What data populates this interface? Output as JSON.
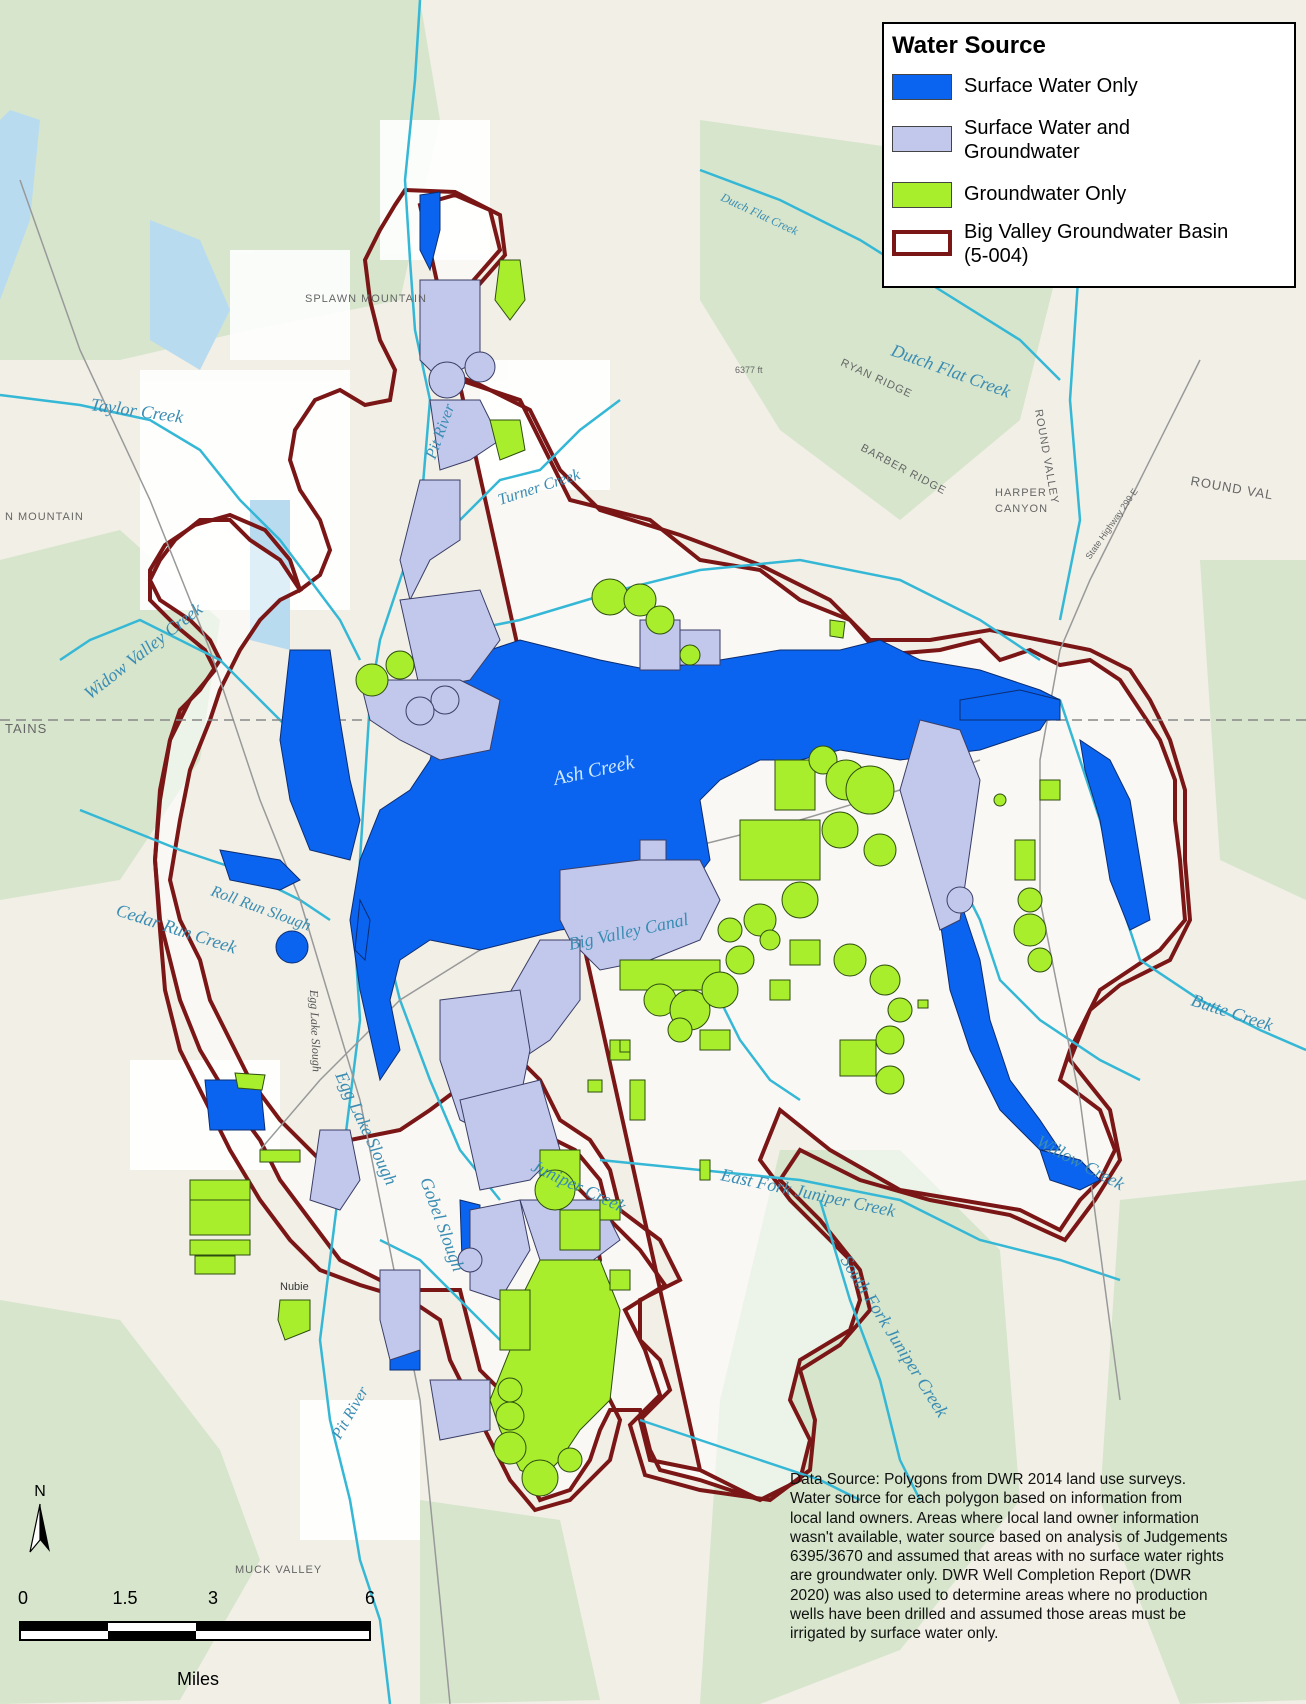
{
  "legend": {
    "title": "Water Source",
    "items": [
      {
        "label_lines": [
          "Surface Water Only"
        ],
        "color": "#0a64f0"
      },
      {
        "label_lines": [
          "Surface Water and",
          "Groundwater"
        ],
        "color": "#c2c8ec"
      },
      {
        "label_lines": [
          "Groundwater Only"
        ],
        "color": "#a8ee2c"
      },
      {
        "label_lines": [
          "Big Valley Groundwater Basin",
          "(5-004)"
        ],
        "color": "#7b1616"
      }
    ]
  },
  "map_labels": {
    "streams": [
      "Taylor Creek",
      "Pit River",
      "Turner Creek",
      "Dutch Flat Creek",
      "Dutch Flat Creek",
      "Widow Valley Creek",
      "Ash Creek",
      "Cedar Run Creek",
      "Roll Run Slough",
      "Big Valley Canal",
      "Egg Lake Slough",
      "Egg Lake Slough",
      "Gobel Slough",
      "Juniper Creek",
      "East Fork Juniper Creek",
      "South Fork Juniper Creek",
      "Butte Creek",
      "Willow Creek",
      "Pit River"
    ],
    "terrain": [
      "SPLAWN MOUNTAIN",
      "RYAN RIDGE",
      "BARBER RIDGE",
      "HARPER",
      "CANYON",
      "ROUND VALLEY",
      "ROUND VAL",
      "N MOUNTAIN",
      "TAINS",
      "MUCK VALLEY",
      "Nubie",
      "6377 ft",
      "State Highway 299 E"
    ]
  },
  "north_arrow": {
    "label": "N"
  },
  "scale_bar": {
    "ticks": [
      "0",
      "1.5",
      "3",
      "6"
    ],
    "unit": "Miles"
  },
  "note": {
    "lines": [
      "Data Source: Polygons from DWR 2014 land use surveys.",
      "Water source for each polygon based on information from",
      "local land owners. Areas where local land owner information",
      "wasn't available, water source based on analysis of Judgements",
      "6395/3670 and assumed that areas with no surface water rights",
      "are groundwater only. DWR Well Completion Report (DWR",
      "2020) was also used to determine areas where no production",
      "wells have been drilled and assumed those areas must be",
      "irrigated by surface water only."
    ]
  },
  "colors": {
    "surface_water": "#0a64f0",
    "mixed": "#c2c8ec",
    "groundwater": "#a8ee2c",
    "basin_outline": "#7b1616",
    "stream": "#35b7d6",
    "terrain_green": "#d7e6cf",
    "terrain_beige": "#f1efe6"
  }
}
